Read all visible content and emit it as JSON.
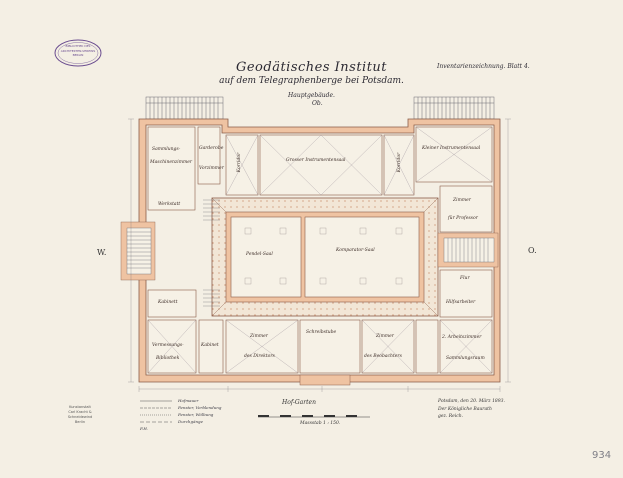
{
  "header": {
    "title": "Geodätisches Institut",
    "subtitle_line": "auf dem Telegraphenberge bei Potsdam.",
    "building": "Hauptgebäude.",
    "sheet_label": "Inventarienzeichnung. Blatt 4.",
    "wing_label": "Ob."
  },
  "stamp": {
    "lines": [
      "BIBLIOTHEK DES",
      "ARCHITEKTEN-VEREINS",
      "BERLIN"
    ]
  },
  "rooms": {
    "sammlung": "Sammlungs-",
    "maschinenzimmer": "Maschinenzimmer",
    "werkstatt": "Werkstatt",
    "garderobe": "Garderobe",
    "vorzimmer": "Vorzimmer",
    "korridor_nw": "Korridor",
    "korridor_no": "Korridor",
    "nordsaal": "Grosser Instrumentensaal",
    "kleiner_saal": "Kleiner Instrumentensaal",
    "zimmer_ne": "Zimmer",
    "fuer_professor": "für Professor",
    "pendel_saal": "Pendel-Saal",
    "komparator_saal": "Komparator-Saal",
    "kabinett": "Kabinett",
    "flur": "Flur",
    "hilfsarbeiter": "Hilfsarbeiter",
    "vermessung_bib": "Vermessungs-",
    "bibliothek": "Bibliothek",
    "zimmer_s1": "Zimmer",
    "des_direktors": "des Direktors",
    "schreibstube": "Schreibstube",
    "zimmer_s2": "Zimmer",
    "des_beobachters": "des Beobachters",
    "kabinet_s": "Kabinet",
    "arbeitszimmer": "2. Arbeitszimmer",
    "sammlungsraum": "Sammlungsraum"
  },
  "compass": {
    "west": "W.",
    "east": "O."
  },
  "bottom": {
    "courtyard": "Hof-Garten",
    "scale_caption": "Massstab 1 : 150.",
    "place_date": [
      "Potsdam, den 20. März 1893.",
      "Der Königliche Baurath",
      "gez. Reich."
    ]
  },
  "legend": [
    "Hofmauer",
    "Fenster, Verblendung",
    "Fenster, Wölbung",
    "Durchgänge",
    "F.H."
  ],
  "lithographer": [
    "Kunstanstalt",
    "Carl Kracht & Schneidewind",
    "Berlin"
  ],
  "pencil_note": "934",
  "colors": {
    "paper": "#f4efe4",
    "wall": "#efc3a2",
    "wall_edge": "#8a5d49",
    "ink": "#2c2a33",
    "stamp": "#6a4c8f"
  }
}
